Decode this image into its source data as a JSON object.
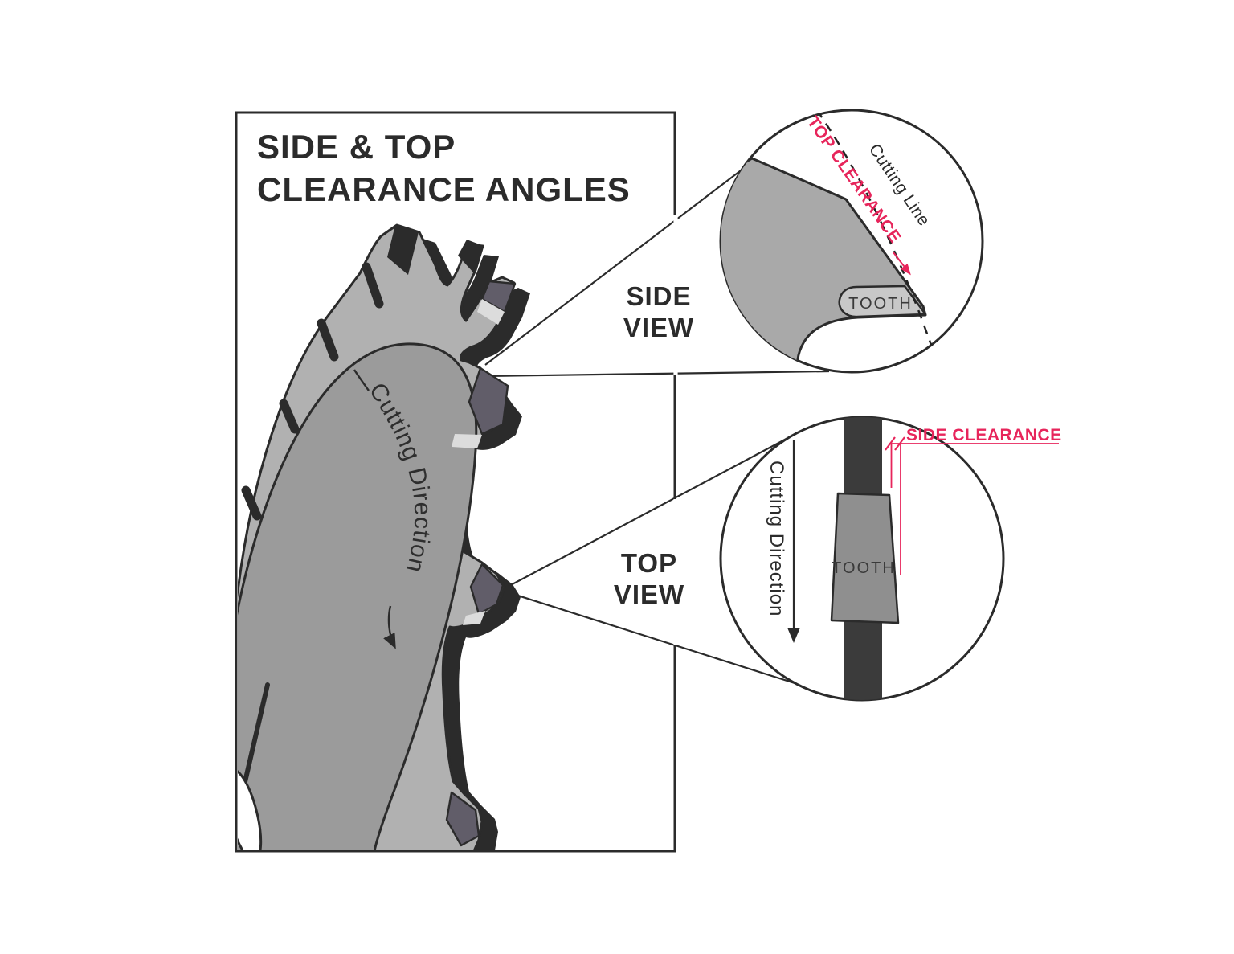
{
  "title": {
    "line1": "SIDE & TOP",
    "line2": "CLEARANCE ANGLES"
  },
  "blade": {
    "direction_label": "Cutting Direction"
  },
  "side_view": {
    "label_line1": "SIDE",
    "label_line2": "VIEW",
    "top_clearance_label": "TOP CLEARANCE",
    "cutting_line_label": "Cutting Line",
    "tooth_label": "TOOTH"
  },
  "top_view": {
    "label_line1": "TOP",
    "label_line2": "VIEW",
    "side_clearance_label": "SIDE CLEARANCE",
    "direction_label": "Cutting Direction",
    "tooth_label": "TOOTH"
  },
  "colors": {
    "accent_red": "#E7255B",
    "outline_dark": "#2B2B2B",
    "blade_gray": "#B1B1B1",
    "blade_inner_gray": "#9B9B9B",
    "side_body_gray": "#A9A9A9",
    "carbide_gray": "#615D69",
    "chip_gray": "#C8C8C8",
    "plate_dark": "#3B3B3B",
    "top_tooth_gray": "#8F8F8F",
    "light_face": "#DCDCDC"
  }
}
